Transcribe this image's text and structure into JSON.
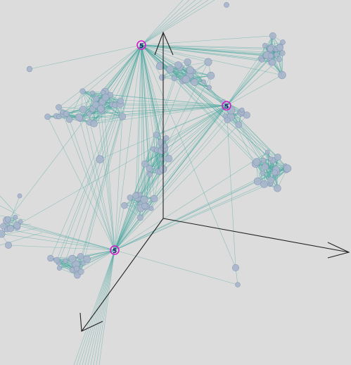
{
  "scene": {
    "background": "#dcdcdc",
    "edge_color": "#4aa79f",
    "node_color": "#a9b7cc",
    "hub_color": "#d21cc9",
    "axis_color": "#222222"
  },
  "hubs": [
    {
      "id": "hub-top",
      "label": "5"
    },
    {
      "id": "hub-right",
      "label": "5"
    },
    {
      "id": "hub-lower-left",
      "label": "5"
    }
  ]
}
